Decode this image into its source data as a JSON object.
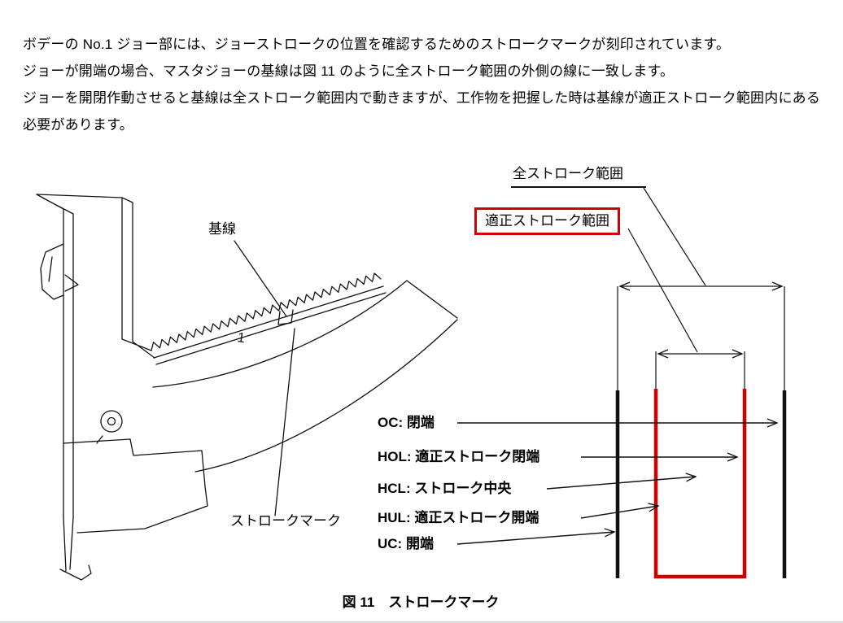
{
  "intro": {
    "para1": "ボデーの No.1 ジョー部には、ジョーストロークの位置を確認するためのストロークマークが刻印されています。",
    "para2": "ジョーが開端の場合、マスタジョーの基線は図 11 のように全ストローク範囲の外側の線に一致します。",
    "para3": "ジョーを開閉作動させると基線は全ストローク範囲内で動きますが、工作物を把握した時は基線が適正ストローク範囲内にある必要があります。"
  },
  "figure": {
    "left_labels": {
      "baseline": "基線",
      "stroke_mark": "ストロークマーク",
      "mark_numeral": "1"
    },
    "right_labels": {
      "full_stroke": "全ストローク範囲",
      "proper_stroke": "適正ストローク範囲"
    },
    "annotations": [
      {
        "code": "OC",
        "label": "OC: 閉端"
      },
      {
        "code": "HOL",
        "label": "HOL: 適正ストローク閉端"
      },
      {
        "code": "HCL",
        "label": "HCL: ストローク中央"
      },
      {
        "code": "HUL",
        "label": "HUL: 適正ストローク開端"
      },
      {
        "code": "UC",
        "label": "UC: 開端"
      }
    ],
    "caption": "図 11　ストロークマーク"
  },
  "colors": {
    "highlight_red": "#d00000",
    "line_black": "#111111"
  }
}
